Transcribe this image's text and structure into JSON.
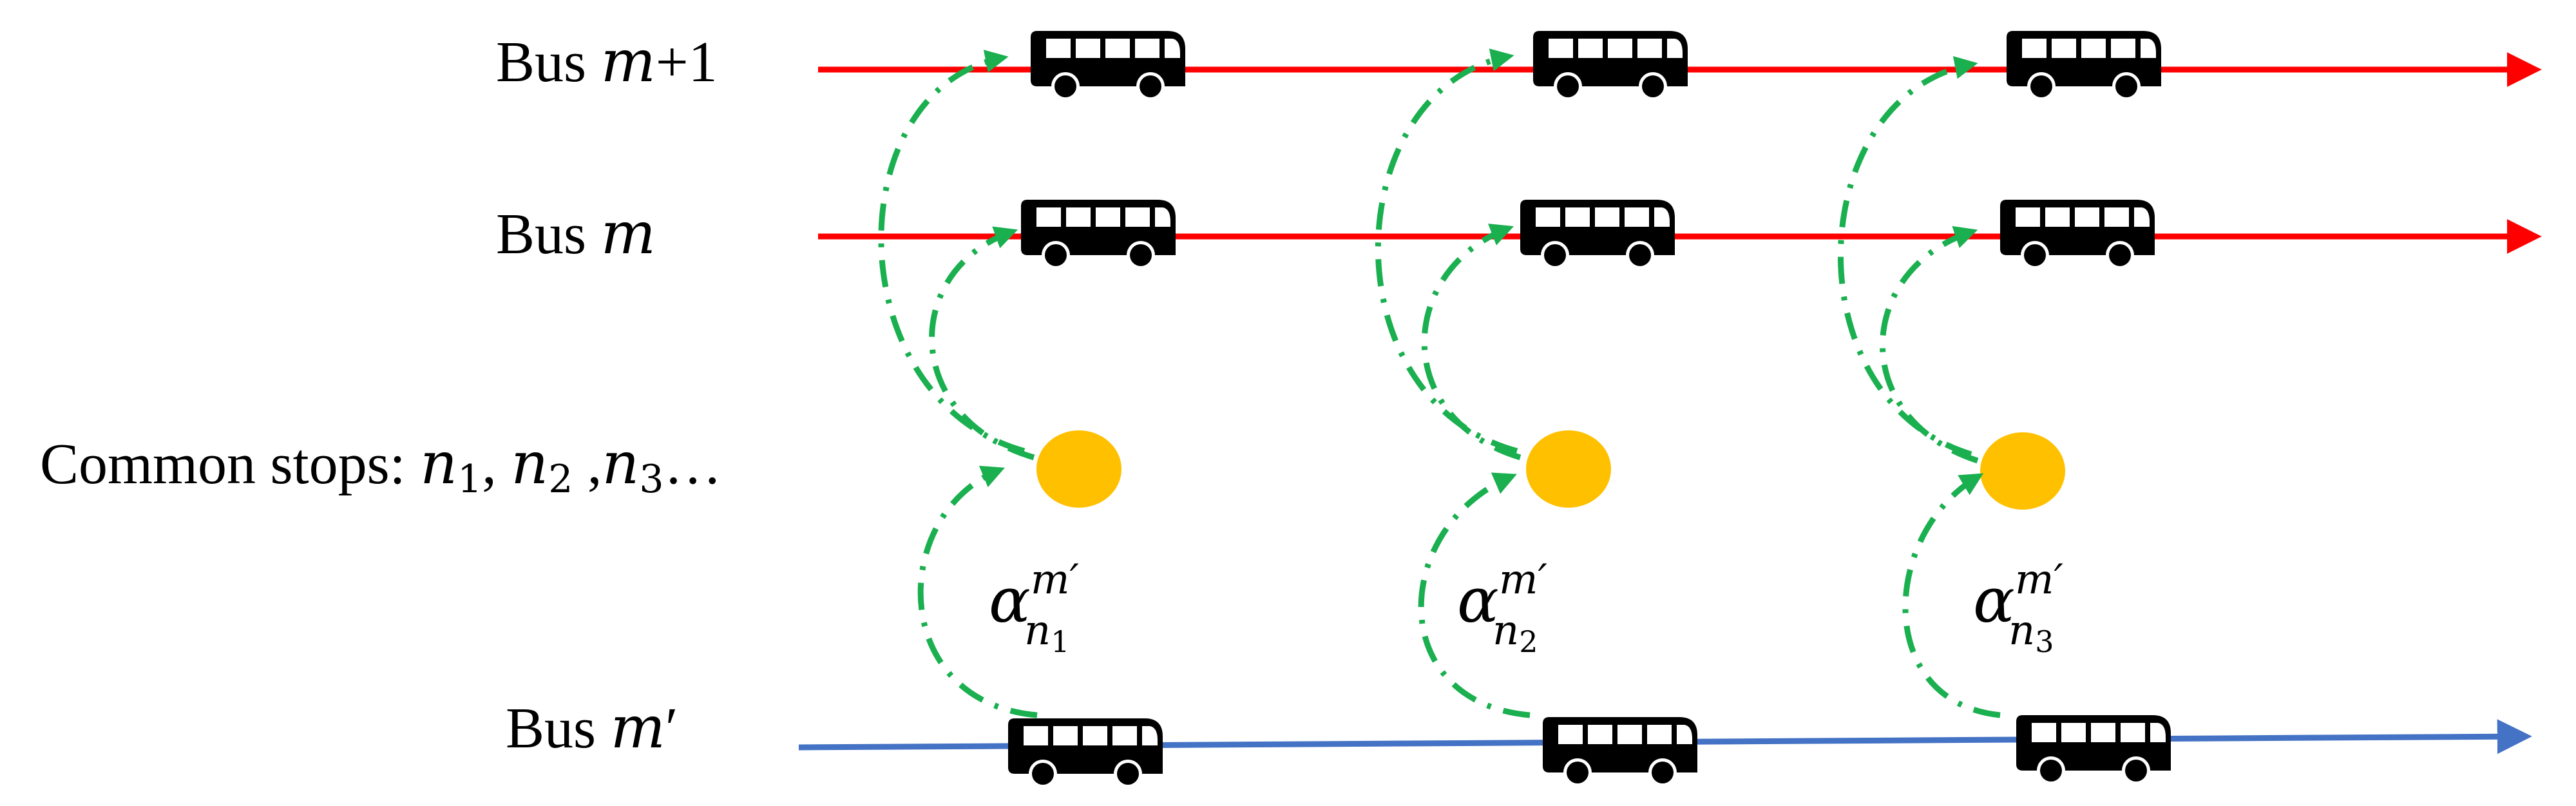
{
  "routes": [
    {
      "id": "bus-m-plus-1",
      "label_prefix": "Bus ",
      "label_var": "m",
      "label_suffix": "+1",
      "color": "#ff0000"
    },
    {
      "id": "bus-m",
      "label_prefix": "Bus ",
      "label_var": "m",
      "label_suffix": "",
      "color": "#ff0000"
    },
    {
      "id": "bus-m-prime",
      "label_prefix": "Bus ",
      "label_var": "m",
      "label_suffix": "′",
      "color": "#4472c4"
    }
  ],
  "stops_label": {
    "text": "Common stops: ",
    "n1": "n",
    "sub1": "1",
    "n2": "n",
    "sub2": "2",
    "n3": "n",
    "sub3": "3",
    "sep1": ", ",
    "sep2": " ,",
    "ellipsis": "…"
  },
  "stops": [
    {
      "alpha": "α",
      "sup": "m′",
      "sub_var": "n",
      "sub_num": "1"
    },
    {
      "alpha": "α",
      "sup": "m′",
      "sub_var": "n",
      "sub_num": "2"
    },
    {
      "alpha": "α",
      "sup": "m′",
      "sub_var": "n",
      "sub_num": "3"
    }
  ],
  "colors": {
    "transfer_arrow": "#1aaf4f",
    "stop": "#ffc000",
    "bus": "#000000"
  },
  "icons": {
    "bus": "bus-icon",
    "stop": "stop-circle",
    "arrowhead": "arrowhead-icon"
  }
}
